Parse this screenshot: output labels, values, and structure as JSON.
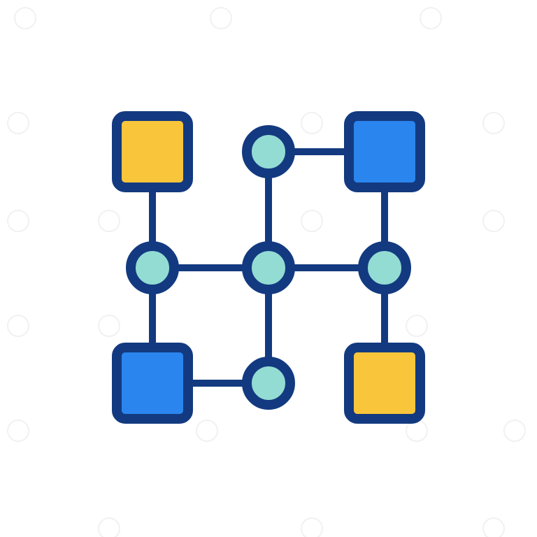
{
  "diagram": {
    "colors": {
      "outline": "#133a80",
      "circle_fill": "#93dcd3",
      "yellow_fill": "#f9c53a",
      "blue_fill": "#2b85ee",
      "background": "#ffffff",
      "watermark": "#f1f1f1"
    },
    "nodes": [
      {
        "id": "top-left-square",
        "shape": "square",
        "fill": "yellow",
        "row": 0,
        "col": 0
      },
      {
        "id": "top-middle-circle",
        "shape": "circle",
        "fill": "teal",
        "row": 0,
        "col": 1
      },
      {
        "id": "top-right-square",
        "shape": "square",
        "fill": "blue",
        "row": 0,
        "col": 2
      },
      {
        "id": "middle-left-circle",
        "shape": "circle",
        "fill": "teal",
        "row": 1,
        "col": 0
      },
      {
        "id": "center-circle",
        "shape": "circle",
        "fill": "teal",
        "row": 1,
        "col": 1
      },
      {
        "id": "middle-right-circle",
        "shape": "circle",
        "fill": "teal",
        "row": 1,
        "col": 2
      },
      {
        "id": "bottom-left-square",
        "shape": "square",
        "fill": "blue",
        "row": 2,
        "col": 0
      },
      {
        "id": "bottom-middle-circle",
        "shape": "circle",
        "fill": "teal",
        "row": 2,
        "col": 1
      },
      {
        "id": "bottom-right-square",
        "shape": "square",
        "fill": "yellow",
        "row": 2,
        "col": 2
      }
    ],
    "edges": [
      {
        "from": "top-middle-circle",
        "to": "top-right-square"
      },
      {
        "from": "top-left-square",
        "to": "middle-left-circle"
      },
      {
        "from": "top-middle-circle",
        "to": "center-circle"
      },
      {
        "from": "top-right-square",
        "to": "middle-right-circle"
      },
      {
        "from": "middle-left-circle",
        "to": "center-circle"
      },
      {
        "from": "center-circle",
        "to": "middle-right-circle"
      },
      {
        "from": "middle-left-circle",
        "to": "bottom-left-square"
      },
      {
        "from": "center-circle",
        "to": "bottom-middle-circle"
      },
      {
        "from": "middle-right-circle",
        "to": "bottom-right-square"
      },
      {
        "from": "bottom-left-square",
        "to": "bottom-middle-circle"
      }
    ]
  }
}
